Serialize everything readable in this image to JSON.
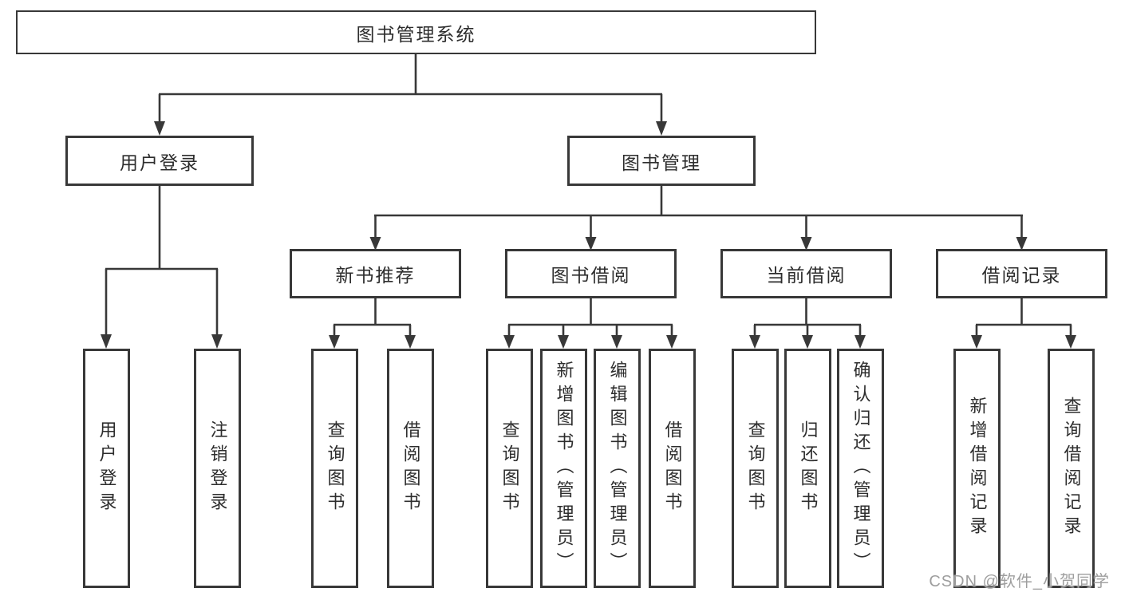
{
  "diagram": {
    "type": "tree",
    "root": {
      "label": "图书管理系统"
    },
    "branches": [
      {
        "label": "用户登录",
        "children": [
          {
            "label": "用户登录"
          },
          {
            "label": "注销登录"
          }
        ]
      },
      {
        "label": "图书管理",
        "children": [
          {
            "label": "新书推荐",
            "children": [
              {
                "label": "查询图书"
              },
              {
                "label": "借阅图书"
              }
            ]
          },
          {
            "label": "图书借阅",
            "children": [
              {
                "label": "查询图书"
              },
              {
                "label": "新增图书（管理员）"
              },
              {
                "label": "编辑图书（管理员）"
              },
              {
                "label": "借阅图书"
              }
            ]
          },
          {
            "label": "当前借阅",
            "children": [
              {
                "label": "查询图书"
              },
              {
                "label": "归还图书"
              },
              {
                "label": "确认归还（管理员）"
              }
            ]
          },
          {
            "label": "借阅记录",
            "children": [
              {
                "label": "新增借阅记录"
              },
              {
                "label": "查询借阅记录"
              }
            ]
          }
        ]
      }
    ]
  },
  "watermark": {
    "label": "CSDN @软件_小贺同学"
  },
  "colors": {
    "line": "#383838",
    "border": "#383838",
    "text": "#2d2d2d",
    "watermark": "#9e9e9e",
    "background": "#ffffff"
  }
}
